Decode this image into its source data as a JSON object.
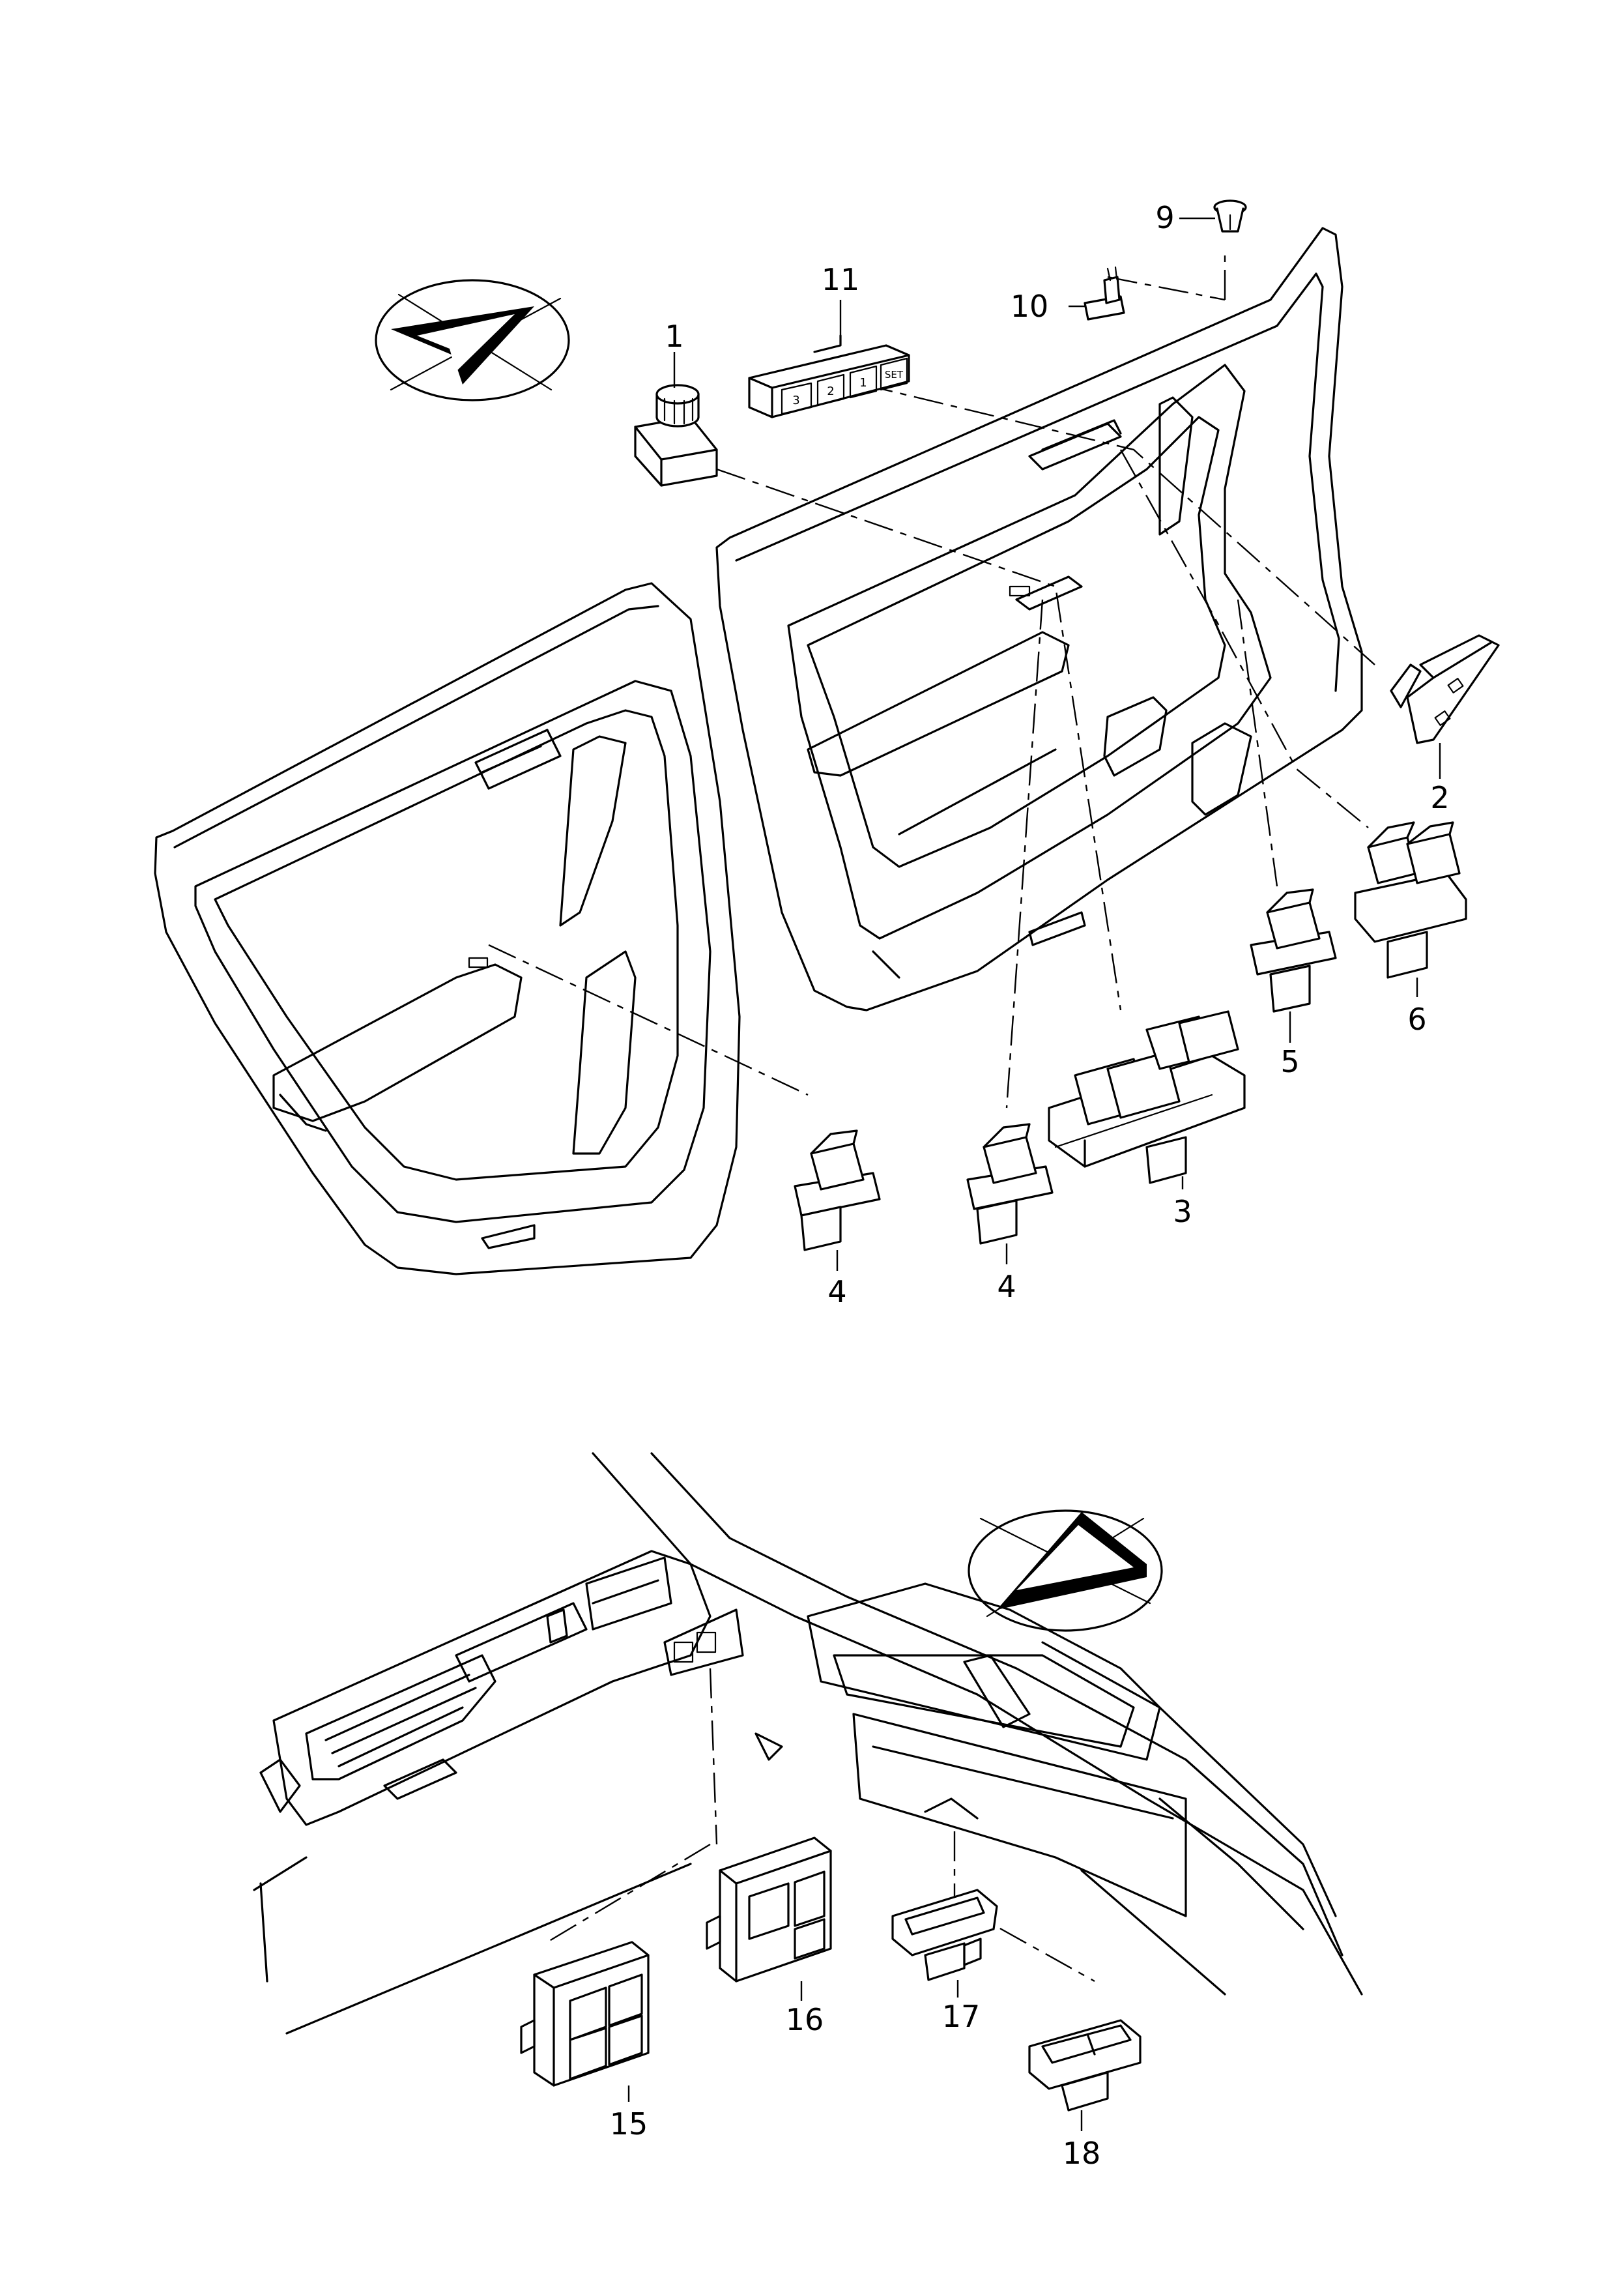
{
  "callouts": {
    "c1": "1",
    "c2": "2",
    "c3": "3",
    "c4a": "4",
    "c4b": "4",
    "c5": "5",
    "c6": "6",
    "c9": "9",
    "c10": "10",
    "c11": "11",
    "c15": "15",
    "c16": "16",
    "c17": "17",
    "c18": "18"
  },
  "switch_labels": {
    "memory_3": "3",
    "memory_2": "2",
    "memory_1": "1",
    "memory_set": "SET"
  }
}
